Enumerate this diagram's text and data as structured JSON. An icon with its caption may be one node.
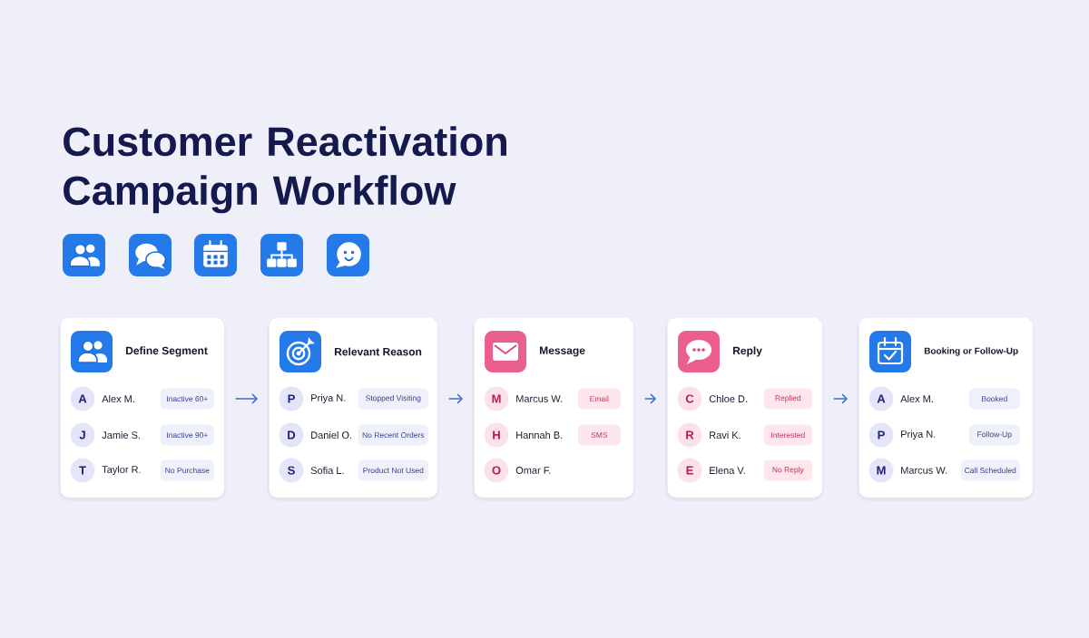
{
  "diagram": {
    "title": "Customer Reactivation Campaign Workflow",
    "nodes": [
      {
        "text": [
          "Define Segment"
        ]
      },
      {
        "text": [
          "A"
        ],
        "in": 0,
        "beside": [
          "Alex M."
        ]
      },
      {
        "text": [
          "Inactive 60+"
        ],
        "in": 0
      },
      {
        "text": [
          "J"
        ],
        "in": 0,
        "beside": [
          "Jamie S."
        ]
      },
      {
        "text": [
          "Inactive 90+"
        ],
        "in": 0
      },
      {
        "text": [
          "T"
        ],
        "in": 0,
        "beside": [
          "Taylor R."
        ]
      },
      {
        "text": [
          "No Purchase"
        ],
        "in": 0
      },
      {
        "text": [
          "Relevant Reason"
        ]
      },
      {
        "text": [
          "P"
        ],
        "in": 7,
        "beside": [
          "Priya N."
        ]
      },
      {
        "text": [
          "Stopped Visiting"
        ],
        "in": 7
      },
      {
        "text": [
          "D"
        ],
        "in": 7,
        "beside": [
          "Daniel O."
        ]
      },
      {
        "text": [
          "No Recent Orders"
        ],
        "in": 7
      },
      {
        "text": [
          "S"
        ],
        "in": 7,
        "beside": [
          "Sofia L."
        ]
      },
      {
        "text": [
          "Product Not Used"
        ],
        "in": 7
      },
      {
        "text": [
          "Message"
        ]
      },
      {
        "text": [
          "M"
        ],
        "in": 14,
        "beside": [
          "Marcus W."
        ]
      },
      {
        "text": [
          "Email"
        ],
        "in": 14
      },
      {
        "text": [
          "H"
        ],
        "in": 14,
        "beside": [
          "Hannah B."
        ]
      },
      {
        "text": [
          "SMS"
        ],
        "in": 14
      },
      {
        "text": [
          "O"
        ],
        "in": 14,
        "beside": [
          "Omar F."
        ]
      },
      {
        "text": [
          "Reply"
        ]
      },
      {
        "text": [
          "C"
        ],
        "in": 20,
        "beside": [
          "Chloe D."
        ]
      },
      {
        "text": [
          "Replied"
        ],
        "in": 20
      },
      {
        "text": [
          "R"
        ],
        "in": 20,
        "beside": [
          "Ravi K."
        ]
      },
      {
        "text": [
          "Interested"
        ],
        "in": 20
      },
      {
        "text": [
          "E"
        ],
        "in": 20,
        "beside": [
          "Elena V."
        ]
      },
      {
        "text": [
          "No Reply"
        ],
        "in": 20
      },
      {
        "text": [
          "Booking or Follow-Up"
        ]
      },
      {
        "text": [
          "A"
        ],
        "in": 27,
        "beside": [
          "Alex M."
        ]
      },
      {
        "text": [
          "Booked"
        ],
        "in": 27
      },
      {
        "text": [
          "P"
        ],
        "in": 27,
        "beside": [
          "Priya N."
        ]
      },
      {
        "text": [
          "Follow-Up"
        ],
        "in": 27
      },
      {
        "text": [
          "M"
        ],
        "in": 27,
        "beside": [
          "Marcus W."
        ]
      },
      {
        "text": [
          "Call Scheduled"
        ],
        "in": 27
      }
    ],
    "edges": [
      {
        "from": 0,
        "to": 7,
        "arrow": "to"
      },
      {
        "from": 7,
        "to": 14,
        "arrow": "to"
      },
      {
        "from": 14,
        "to": 20,
        "arrow": "to"
      },
      {
        "from": 20,
        "to": 27,
        "arrow": "to"
      }
    ]
  }
}
